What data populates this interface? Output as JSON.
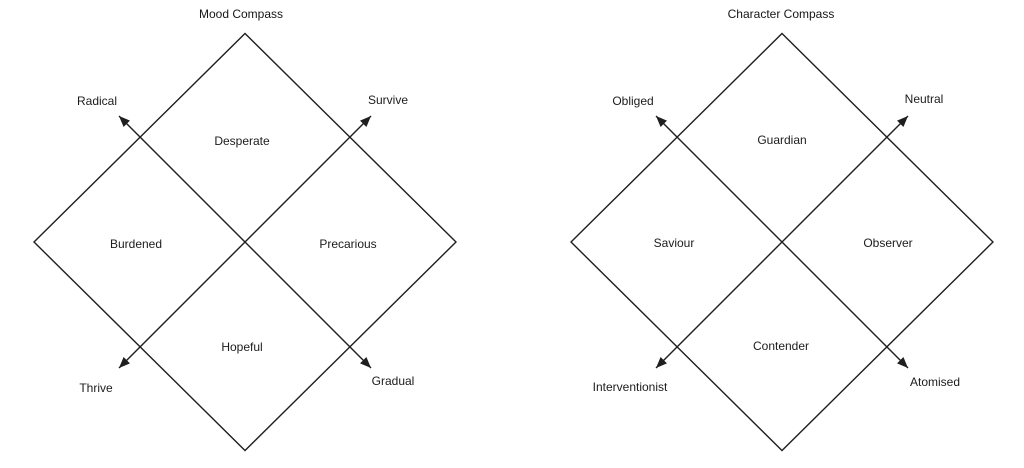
{
  "diagram": {
    "background_color": "#ffffff",
    "line_color": "#1f1f1f",
    "text_color": "#1c1c1c",
    "shape": "diamond-compass",
    "arrow_style": "double-headed diagonal axes crossing at center"
  },
  "compasses": [
    {
      "title": "Mood Compass",
      "quadrants": {
        "top": "Desperate",
        "left": "Burdened",
        "right": "Precarious",
        "bottom": "Hopeful"
      },
      "axis_ends": {
        "upper_left": "Radical",
        "upper_right": "Survive",
        "lower_left": "Thrive",
        "lower_right": "Gradual"
      }
    },
    {
      "title": "Character Compass",
      "quadrants": {
        "top": "Guardian",
        "left": "Saviour",
        "right": "Observer",
        "bottom": "Contender"
      },
      "axis_ends": {
        "upper_left": "Obliged",
        "upper_right": "Neutral",
        "lower_left": "Interventionist",
        "lower_right": "Atomised"
      }
    }
  ]
}
